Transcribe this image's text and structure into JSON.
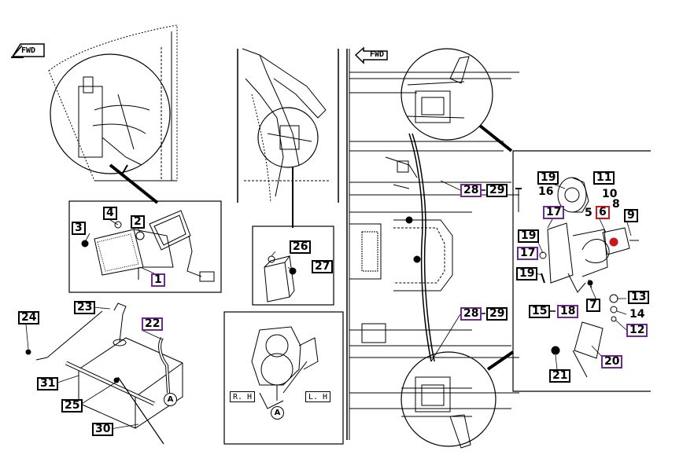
{
  "fwd_label": "FWD",
  "side_labels": {
    "rh": "R. H",
    "lh": "L. H"
  },
  "circle_ref": "A",
  "callouts": {
    "c1": "1",
    "c2": "2",
    "c3": "3",
    "c4": "4",
    "c5": "5",
    "c6": "6",
    "c7": "7",
    "c8": "8",
    "c9": "9",
    "c10": "10",
    "c11": "11",
    "c12": "12",
    "c13": "13",
    "c14": "14",
    "c15": "15",
    "c16": "16",
    "c17a": "17",
    "c17b": "17",
    "c18": "18",
    "c19a": "19",
    "c19b": "19",
    "c19c": "19",
    "c20": "20",
    "c21": "21",
    "c22": "22",
    "c23": "23",
    "c24": "24",
    "c25": "25",
    "c26": "26",
    "c27": "27",
    "c28a": "28",
    "c28b": "28",
    "c29a": "29",
    "c29b": "29",
    "c30": "30",
    "c31": "31"
  },
  "colors": {
    "line": "#000000",
    "purple_box": "#6f2a8f",
    "red_box": "#d0161b",
    "background": "#ffffff"
  }
}
